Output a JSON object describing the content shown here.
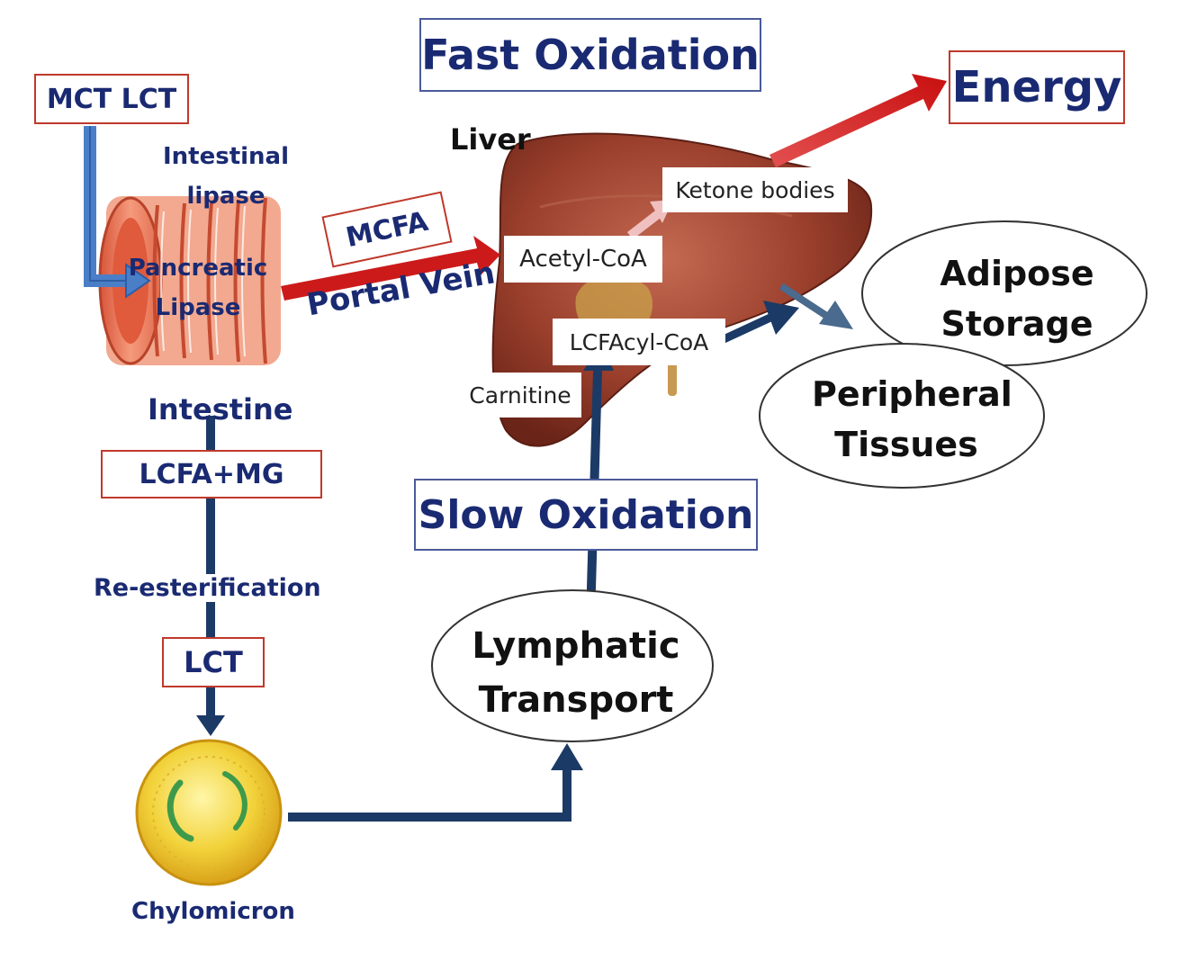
{
  "labels": {
    "mct_lct": "MCT LCT",
    "intestinal_lipase": "Intestinal lipase",
    "pancreatic_lipase": "Pancreatic Lipase",
    "intestine": "Intestine",
    "lcfa_mg": "LCFA+MG",
    "re_esterification": "Re-esterification",
    "lct": "LCT",
    "chylomicron": "Chylomicron",
    "mcfa": "MCFA",
    "portal_vein": "Portal Vein",
    "fast_oxidation": "Fast Oxidation",
    "liver": "Liver",
    "ketone_bodies": "Ketone bodies",
    "acetyl_coa": "Acetyl-CoA",
    "lcfacyl_coa": "LCFAcyl-CoA",
    "carnitine": "Carnitine",
    "energy": "Energy",
    "adipose_storage": "Adipose Storage",
    "peripheral_tissues": "Peripheral Tissues",
    "slow_oxidation": "Slow Oxidation",
    "lymphatic_transport": "Lymphatic Transport"
  },
  "colors": {
    "navy": "#1a2a72",
    "arrow_navy": "#1c3a66",
    "arrow_red": "#cc1a1a",
    "box_red": "#c0392b",
    "liver": "#8e3a2a"
  }
}
